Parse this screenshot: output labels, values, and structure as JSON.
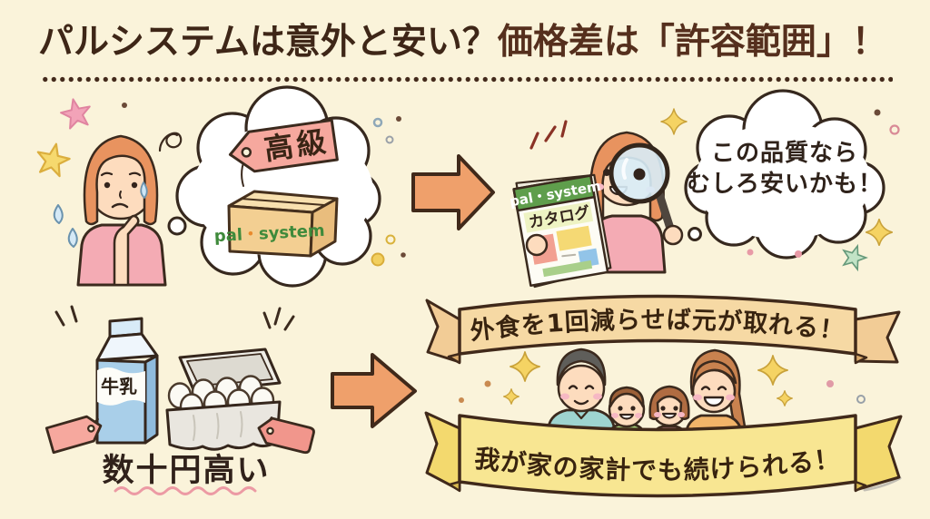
{
  "title": {
    "part1": "パルシステムは意外と安い？",
    "part2": "価格差は「許容範囲」！"
  },
  "before_scene": {
    "tag_label": "高級",
    "box_brand_pal": "pal",
    "box_brand_dot": "・",
    "box_brand_system": "system"
  },
  "after_scene": {
    "bubble_lines": [
      "この品質なら",
      "むしろ安いかも！"
    ],
    "catalog_brand": "pal・system",
    "catalog_label": "カタログ"
  },
  "price_scene": {
    "milk_label": "牛乳",
    "note": "数十円高い"
  },
  "conclusion": {
    "banner_top": "外食を1回減らせば元が取れる！",
    "banner_bottom": "我が家の家計でも続けられる！"
  },
  "colors": {
    "background": "#FAF3DA",
    "title_brown": "#3E2617",
    "title_red_brown": "#552F1D",
    "outline_brown": "#3B2A1E",
    "accent_orange": "#EFA06B",
    "banner_tan": "#F6D9A4",
    "banner_yellow": "#F8E692",
    "tag_pink": "#F6A89E",
    "tag_red_pink": "#F1968C",
    "brand_green": "#3F8A3B",
    "brand_dot_orange": "#E98A2D",
    "catalog_band_green": "#5F9E4C",
    "milk_blue": "#A9CFE9",
    "sweater_pink": "#F4ABB4",
    "underline_pink": "#EC9AA4"
  }
}
